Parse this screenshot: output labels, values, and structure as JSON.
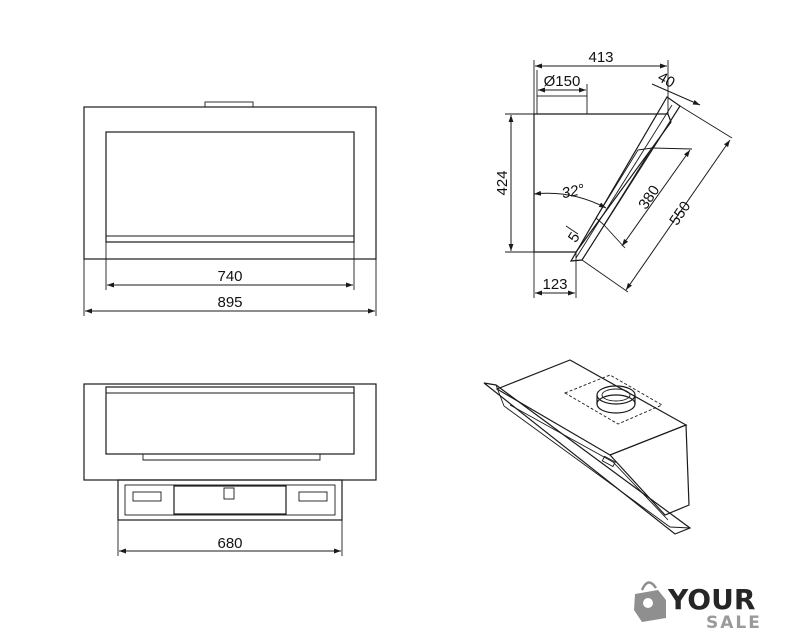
{
  "front_view": {
    "inner_width": "740",
    "overall_width": "895"
  },
  "bottom_view": {
    "width": "680"
  },
  "side_view": {
    "depth": "413",
    "duct_diameter": "Ø150",
    "top_offset": "40",
    "height": "424",
    "angle": "32°",
    "glass_inner": "380",
    "glass_length": "550",
    "glass_edge": "5",
    "bottom_depth": "123"
  },
  "logo": {
    "line1": "YOUR",
    "line2": "SALE"
  }
}
